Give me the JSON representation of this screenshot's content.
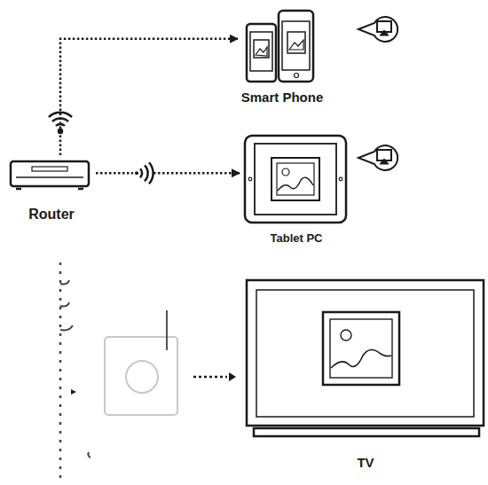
{
  "diagram": {
    "nodes": [
      {
        "text": [
          "Smart Phone"
        ]
      },
      {
        "text": [
          "Router"
        ]
      },
      {
        "text": [
          "Tablet PC"
        ]
      },
      {
        "text": [
          "TV"
        ]
      }
    ],
    "edges": [
      {
        "from": 1,
        "to": 0,
        "arrow": "to"
      },
      {
        "from": 1,
        "to": 2,
        "arrow": "to"
      }
    ]
  }
}
